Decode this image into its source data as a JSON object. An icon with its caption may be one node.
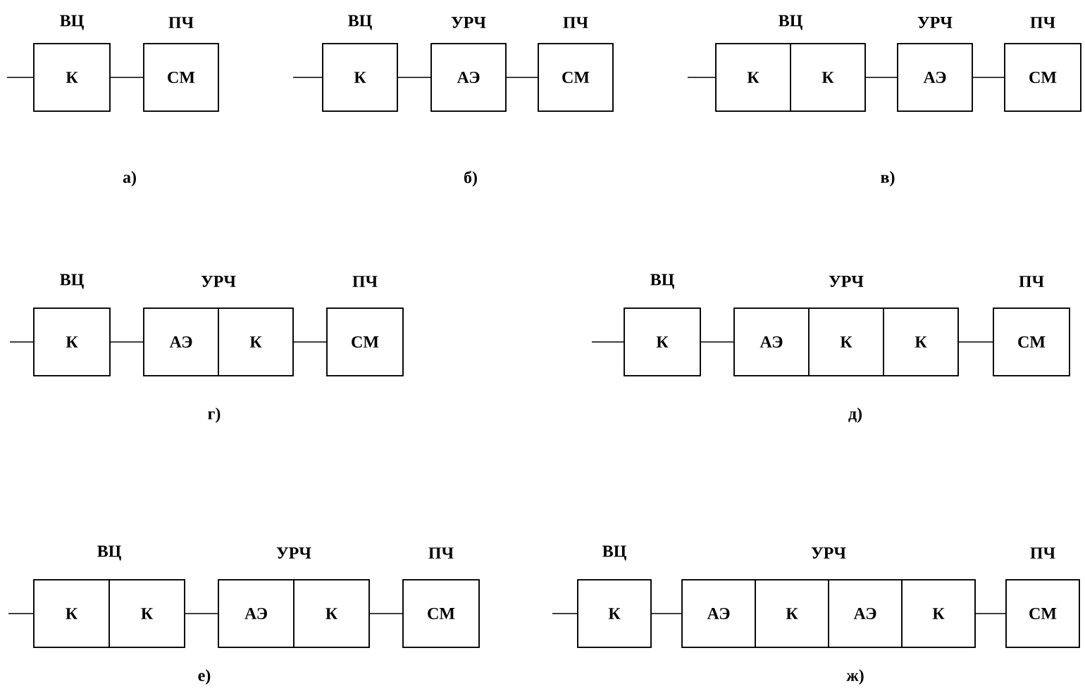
{
  "diagram": {
    "nodes": [
      {
        "text": [
          "ВЦ"
        ]
      },
      {
        "text": [
          "К"
        ],
        "in": 0
      },
      {
        "text": [
          "ПЧ"
        ]
      },
      {
        "text": [
          "СМ"
        ],
        "in": 2
      },
      {
        "text": [
          "ВЦ"
        ]
      },
      {
        "text": [
          "К"
        ],
        "in": 4
      },
      {
        "text": [
          "УРЧ"
        ]
      },
      {
        "text": [
          "АЭ"
        ],
        "in": 6
      },
      {
        "text": [
          "ПЧ"
        ]
      },
      {
        "text": [
          "СМ"
        ],
        "in": 8
      },
      {
        "text": [
          "ВЦ"
        ]
      },
      {
        "text": [
          "К"
        ],
        "in": 10
      },
      {
        "text": [
          "К"
        ],
        "in": 10
      },
      {
        "text": [
          "УРЧ"
        ]
      },
      {
        "text": [
          "АЭ"
        ],
        "in": 13
      },
      {
        "text": [
          "ПЧ"
        ]
      },
      {
        "text": [
          "СМ"
        ],
        "in": 15
      },
      {
        "text": [
          "ВЦ"
        ]
      },
      {
        "text": [
          "К"
        ],
        "in": 17
      },
      {
        "text": [
          "УРЧ"
        ]
      },
      {
        "text": [
          "АЭ"
        ],
        "in": 19
      },
      {
        "text": [
          "К"
        ],
        "in": 19
      },
      {
        "text": [
          "ПЧ"
        ]
      },
      {
        "text": [
          "СМ"
        ],
        "in": 22
      },
      {
        "text": [
          "ВЦ"
        ]
      },
      {
        "text": [
          "К"
        ],
        "in": 24
      },
      {
        "text": [
          "УРЧ"
        ]
      },
      {
        "text": [
          "АЭ"
        ],
        "in": 26
      },
      {
        "text": [
          "К"
        ],
        "in": 26
      },
      {
        "text": [
          "К"
        ],
        "in": 26
      },
      {
        "text": [
          "ПЧ"
        ]
      },
      {
        "text": [
          "СМ"
        ],
        "in": 30
      },
      {
        "text": [
          "ВЦ"
        ]
      },
      {
        "text": [
          "К"
        ],
        "in": 32
      },
      {
        "text": [
          "К"
        ],
        "in": 32
      },
      {
        "text": [
          "УРЧ"
        ]
      },
      {
        "text": [
          "АЭ"
        ],
        "in": 35
      },
      {
        "text": [
          "К"
        ],
        "in": 35
      },
      {
        "text": [
          "ПЧ"
        ]
      },
      {
        "text": [
          "СМ"
        ],
        "in": 38
      },
      {
        "text": [
          "ВЦ"
        ]
      },
      {
        "text": [
          "К"
        ],
        "in": 40
      },
      {
        "text": [
          "УРЧ"
        ]
      },
      {
        "text": [
          "АЭ"
        ],
        "in": 42
      },
      {
        "text": [
          "К"
        ],
        "in": 42
      },
      {
        "text": [
          "АЭ"
        ],
        "in": 42
      },
      {
        "text": [
          "К"
        ],
        "in": 42
      },
      {
        "text": [
          "ПЧ"
        ]
      },
      {
        "text": [
          "СМ"
        ],
        "in": 47
      }
    ],
    "edges": [
      {
        "from": null,
        "to": 0,
        "arrow": "none"
      },
      {
        "from": 0,
        "to": 2,
        "arrow": "none"
      },
      {
        "from": null,
        "to": 4,
        "arrow": "none"
      },
      {
        "from": 4,
        "to": 6,
        "arrow": "none"
      },
      {
        "from": 6,
        "to": 8,
        "arrow": "none"
      },
      {
        "from": null,
        "to": 10,
        "arrow": "none"
      },
      {
        "from": 10,
        "to": 13,
        "arrow": "none"
      },
      {
        "from": 13,
        "to": 15,
        "arrow": "none"
      },
      {
        "from": null,
        "to": 17,
        "arrow": "none"
      },
      {
        "from": 17,
        "to": 19,
        "arrow": "none"
      },
      {
        "from": 19,
        "to": 22,
        "arrow": "none"
      },
      {
        "from": null,
        "to": 24,
        "arrow": "none"
      },
      {
        "from": 24,
        "to": 26,
        "arrow": "none"
      },
      {
        "from": 26,
        "to": 30,
        "arrow": "none"
      },
      {
        "from": null,
        "to": 32,
        "arrow": "none"
      },
      {
        "from": 32,
        "to": 35,
        "arrow": "none"
      },
      {
        "from": 35,
        "to": 38,
        "arrow": "none"
      },
      {
        "from": null,
        "to": 40,
        "arrow": "none"
      },
      {
        "from": 40,
        "to": 42,
        "arrow": "none"
      },
      {
        "from": 42,
        "to": 47,
        "arrow": "none"
      }
    ],
    "labels": [
      "а)",
      "б)",
      "в)",
      "г)",
      "д)",
      "е)",
      "ж)"
    ]
  }
}
